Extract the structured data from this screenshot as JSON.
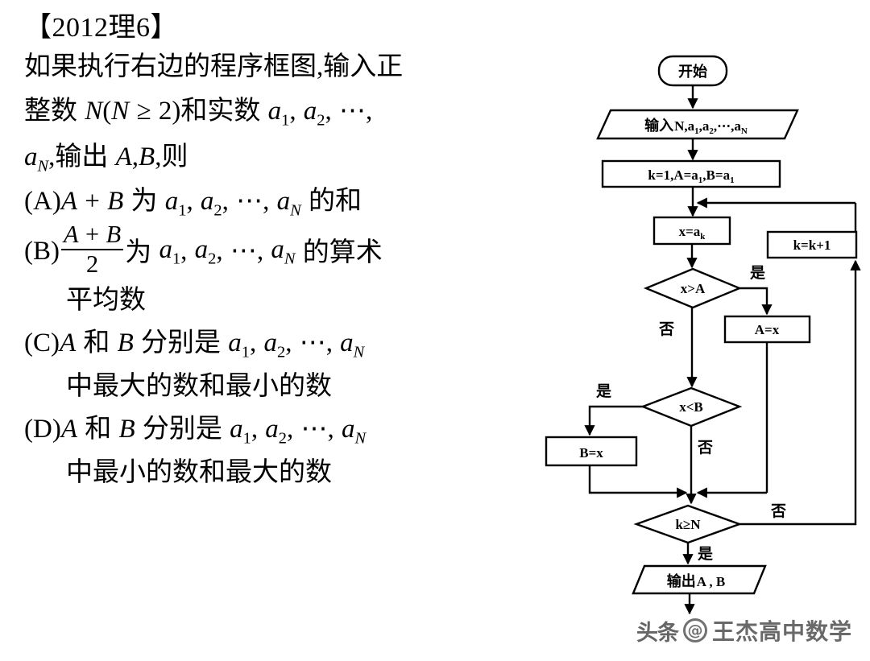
{
  "question": {
    "heading": "【2012理6】",
    "body_lines": [
      {
        "id": "l1",
        "text": "如果执行右边的程序框图,输入正"
      },
      {
        "id": "l2",
        "prefix": "整数 ",
        "var1": "N",
        "mid": "(",
        "var2": "N",
        "rel": "≥",
        "num": "2",
        "close": ")",
        "suffix": "和实数 ",
        "seq": "a₁,a₂,⋯,"
      },
      {
        "id": "l3",
        "text": "a_N,输出 A,B,则"
      }
    ],
    "line2_plain": "整数 N(N≥2)和实数 a1,a2,⋯,",
    "line3_plain": "aN,输出 A,B,则",
    "sequence": "a1 , a2 , ⋯ , aN",
    "options": [
      {
        "label": "(A)",
        "expr": "A + B",
        "connector": "为",
        "seq": "a1 , a2 , ⋯ , aN",
        "tail": "的和",
        "continuation": ""
      },
      {
        "label": "(B)",
        "frac_numerator": "A + B",
        "frac_denominator": "2",
        "connector": "为",
        "seq": "a1 , a2 , ⋯ , aN",
        "tail": "的算术",
        "continuation": "平均数"
      },
      {
        "label": "(C)",
        "expr": "A 和 B",
        "connector": "分别是",
        "seq": "a1 , a2 , ⋯ , aN",
        "tail": "",
        "continuation": "中最大的数和最小的数"
      },
      {
        "label": "(D)",
        "expr": "A 和 B",
        "connector": "分别是",
        "seq": "a1 , a2 , ⋯ , aN",
        "tail": "",
        "continuation": "中最小的数和最大的数"
      }
    ]
  },
  "flowchart": {
    "nodes": {
      "start": {
        "text": "开始",
        "shape": "terminator"
      },
      "input": {
        "text_cjk": "输入",
        "text_vars": "N,a1,a2,⋯,aN",
        "shape": "parallelogram"
      },
      "init": {
        "text": "k=1,A=a1,B=a1",
        "shape": "rect"
      },
      "assign_x": {
        "text": "x=ak",
        "shape": "rect"
      },
      "cond_a": {
        "text": "x>A",
        "shape": "diamond"
      },
      "set_a": {
        "text": "A=x",
        "shape": "rect"
      },
      "cond_b": {
        "text": "x<B",
        "shape": "diamond"
      },
      "set_b": {
        "text": "B=x",
        "shape": "rect"
      },
      "cond_k": {
        "text": "k≥N",
        "shape": "diamond"
      },
      "increment": {
        "text": "k=k+1",
        "shape": "rect"
      },
      "output": {
        "text_cjk": "输出",
        "text_vars": "A , B",
        "shape": "parallelogram"
      }
    },
    "edge_labels": {
      "cond_a_yes": "是",
      "cond_a_no": "否",
      "cond_b_yes": "是",
      "cond_b_no": "否",
      "cond_k_yes": "是",
      "cond_k_no": "否"
    }
  },
  "watermark": {
    "badge": "头条",
    "at": "@",
    "name": "王杰高中数学"
  }
}
